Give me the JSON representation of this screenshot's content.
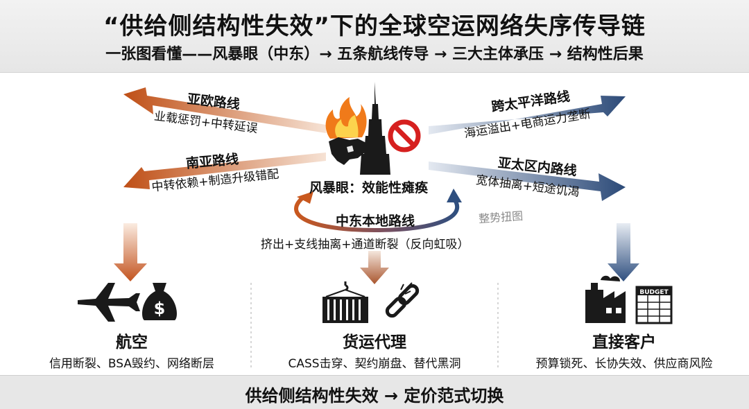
{
  "header": {
    "title": "“供给侧结构性失效”下的全球空运网络失序传导链",
    "subtitle": "一张图看懂——风暴眼（中东）→ 五条航线传导 → 三大主体承压 → 结构性后果"
  },
  "center": {
    "label": "风暴眼：效能性瘫痪",
    "icons": [
      "fire-icon",
      "middle-east-map-icon",
      "skyscraper-icon",
      "prohibited-icon"
    ]
  },
  "routes": {
    "asia_europe": {
      "title": "亚欧路线",
      "desc": "业载惩罚+中转延误"
    },
    "south_asia": {
      "title": "南亚路线",
      "desc": "中转依赖+制造升级错配"
    },
    "transpacific": {
      "title": "跨太平洋路线",
      "desc": "海运溢出+电商运力垄断"
    },
    "intra_asia": {
      "title": "亚太区内路线",
      "desc": "宽体抽离+短途饥渴"
    },
    "middle_east_local": {
      "title": "中东本地路线",
      "desc": "挤出+支线抽离+通道断裂（反向虹吸）"
    }
  },
  "stamp_text": "整势扭图",
  "categories": [
    {
      "title": "航空",
      "desc": "信用断裂、BSA毁约、网络断层",
      "icons": [
        "airplane-icon",
        "money-bag-icon"
      ]
    },
    {
      "title": "货运代理",
      "desc": "CASS击穿、契约崩盘、替代黑洞",
      "icons": [
        "container-crane-icon",
        "broken-chain-icon"
      ]
    },
    {
      "title": "直接客户",
      "desc": "预算锁死、长协失效、供应商风险",
      "icons": [
        "factory-icon",
        "budget-sheet-icon"
      ],
      "budget_label": "BUDGET"
    }
  ],
  "footer": {
    "text": "供给侧结构性失效 → 定价范式切换"
  },
  "colors": {
    "orange": "#c8561c",
    "navy": "#2f4f7f",
    "fire": "#f07a1a",
    "prohibited": "#d6201f",
    "dark": "#1a1a1a"
  }
}
